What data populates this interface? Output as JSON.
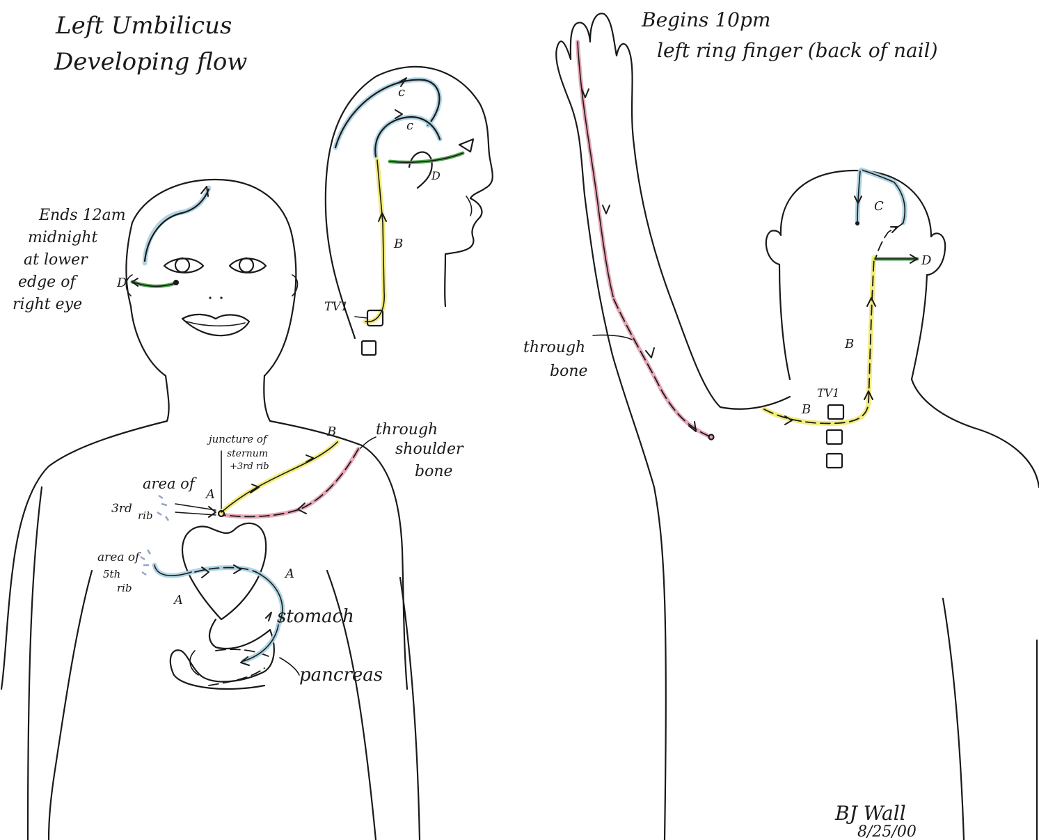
{
  "title_line1": "Left Umbilicus",
  "title_line2": "Developing flow",
  "begins_line1": "Begins 10pm",
  "begins_line2": "left ring finger (back of nail)",
  "ends": [
    "Ends 12am",
    "midnight",
    "at lower",
    "edge of",
    "right eye"
  ],
  "labels": {
    "A": "A",
    "B": "B",
    "C": "C",
    "c": "c",
    "D": "D",
    "TV1": "TV1",
    "juncture": [
      "juncture of",
      "sternum",
      "+3rd rib"
    ],
    "through_shoulder": [
      "through",
      "shoulder",
      "bone"
    ],
    "area3": [
      "area of",
      "3rd",
      "rib"
    ],
    "area5": [
      "area of",
      "5th",
      "rib"
    ],
    "stomach": "stomach",
    "pancreas": "pancreas",
    "through_bone": [
      "through",
      "bone"
    ]
  },
  "signature": "BJ Wall",
  "date": "8/25/00",
  "colors": {
    "blue": "#a9cfe0",
    "yellow": "#f2ec7a",
    "pink": "#e7a7b6",
    "green": "#4ea34c"
  }
}
